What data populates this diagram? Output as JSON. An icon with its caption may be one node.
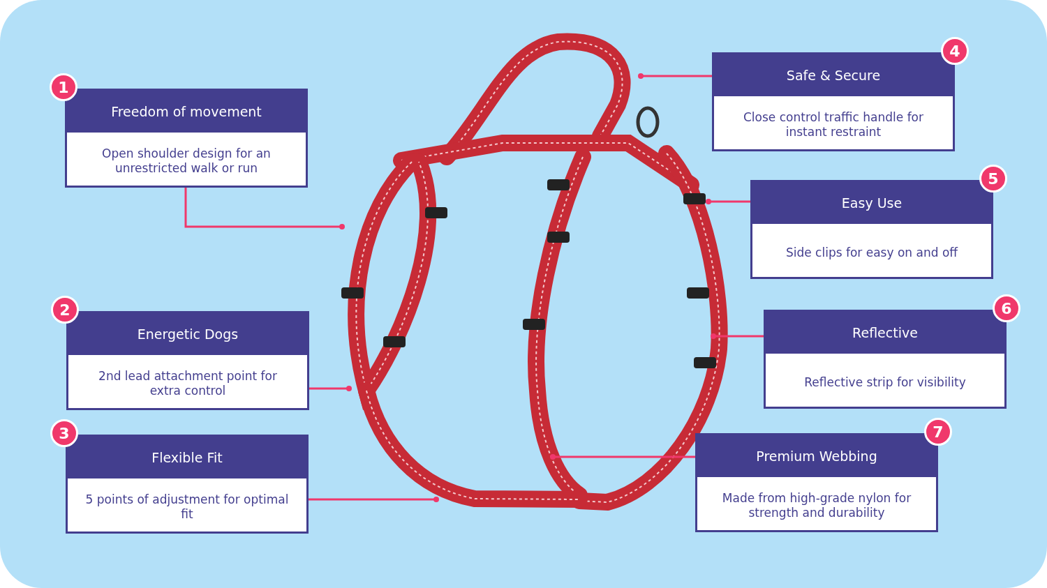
{
  "diagram": {
    "nodes": [
      {
        "text": [
          "Freedom of movement",
          "Open shoulder design for an unrestricted walk or run"
        ]
      },
      {
        "text": [
          "Energetic Dogs",
          "2nd lead attachment point for extra control"
        ]
      },
      {
        "text": [
          "Flexible Fit",
          "5 points of adjustment for optimal fit"
        ]
      },
      {
        "text": [
          "Safe & Secure",
          "Close control traffic handle for instant restraint"
        ]
      },
      {
        "text": [
          "Easy Use",
          "Side clips for easy on and off"
        ]
      },
      {
        "text": [
          "Reflective",
          "Reflective strip for visibility"
        ]
      },
      {
        "text": [
          "Premium Webbing",
          "Made from high-grade nylon for strength and durability"
        ]
      }
    ],
    "edges": [
      {
        "from": 0,
        "to": null,
        "arrow": "other"
      },
      {
        "from": 1,
        "to": null,
        "arrow": "other"
      },
      {
        "from": 2,
        "to": null,
        "arrow": "other"
      },
      {
        "from": 3,
        "to": null,
        "arrow": "other"
      },
      {
        "from": 4,
        "to": null,
        "arrow": "other"
      },
      {
        "from": 5,
        "to": null,
        "arrow": "other"
      },
      {
        "from": 6,
        "to": null,
        "arrow": "other"
      }
    ],
    "labels": [
      "1",
      "2",
      "3",
      "4",
      "5",
      "6",
      "7"
    ]
  }
}
